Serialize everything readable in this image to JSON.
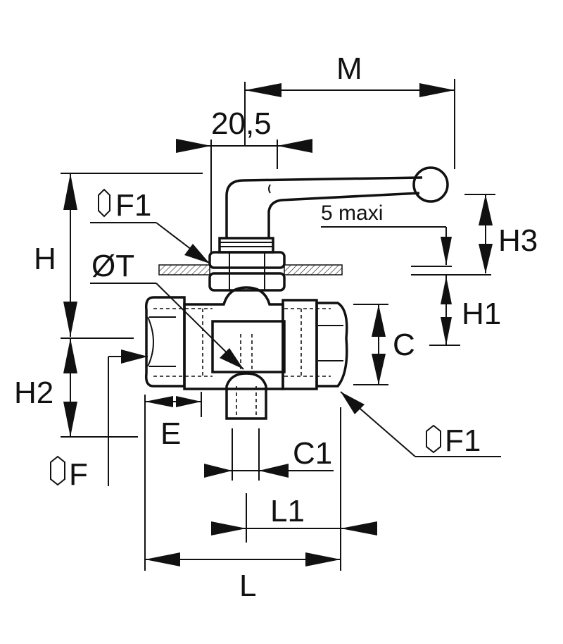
{
  "labels": {
    "m": "M",
    "handle_width": "20,5",
    "hex_f1_top": "F1",
    "h": "H",
    "panel_hole": "ØT",
    "panel_thickness": "5 maxi",
    "h3": "H3",
    "h1": "H1",
    "c": "C",
    "h2": "H2",
    "e": "E",
    "hex_f": "F",
    "hex_f1_bottom": "F1",
    "c1": "C1",
    "l1": "L1",
    "l": "L"
  }
}
